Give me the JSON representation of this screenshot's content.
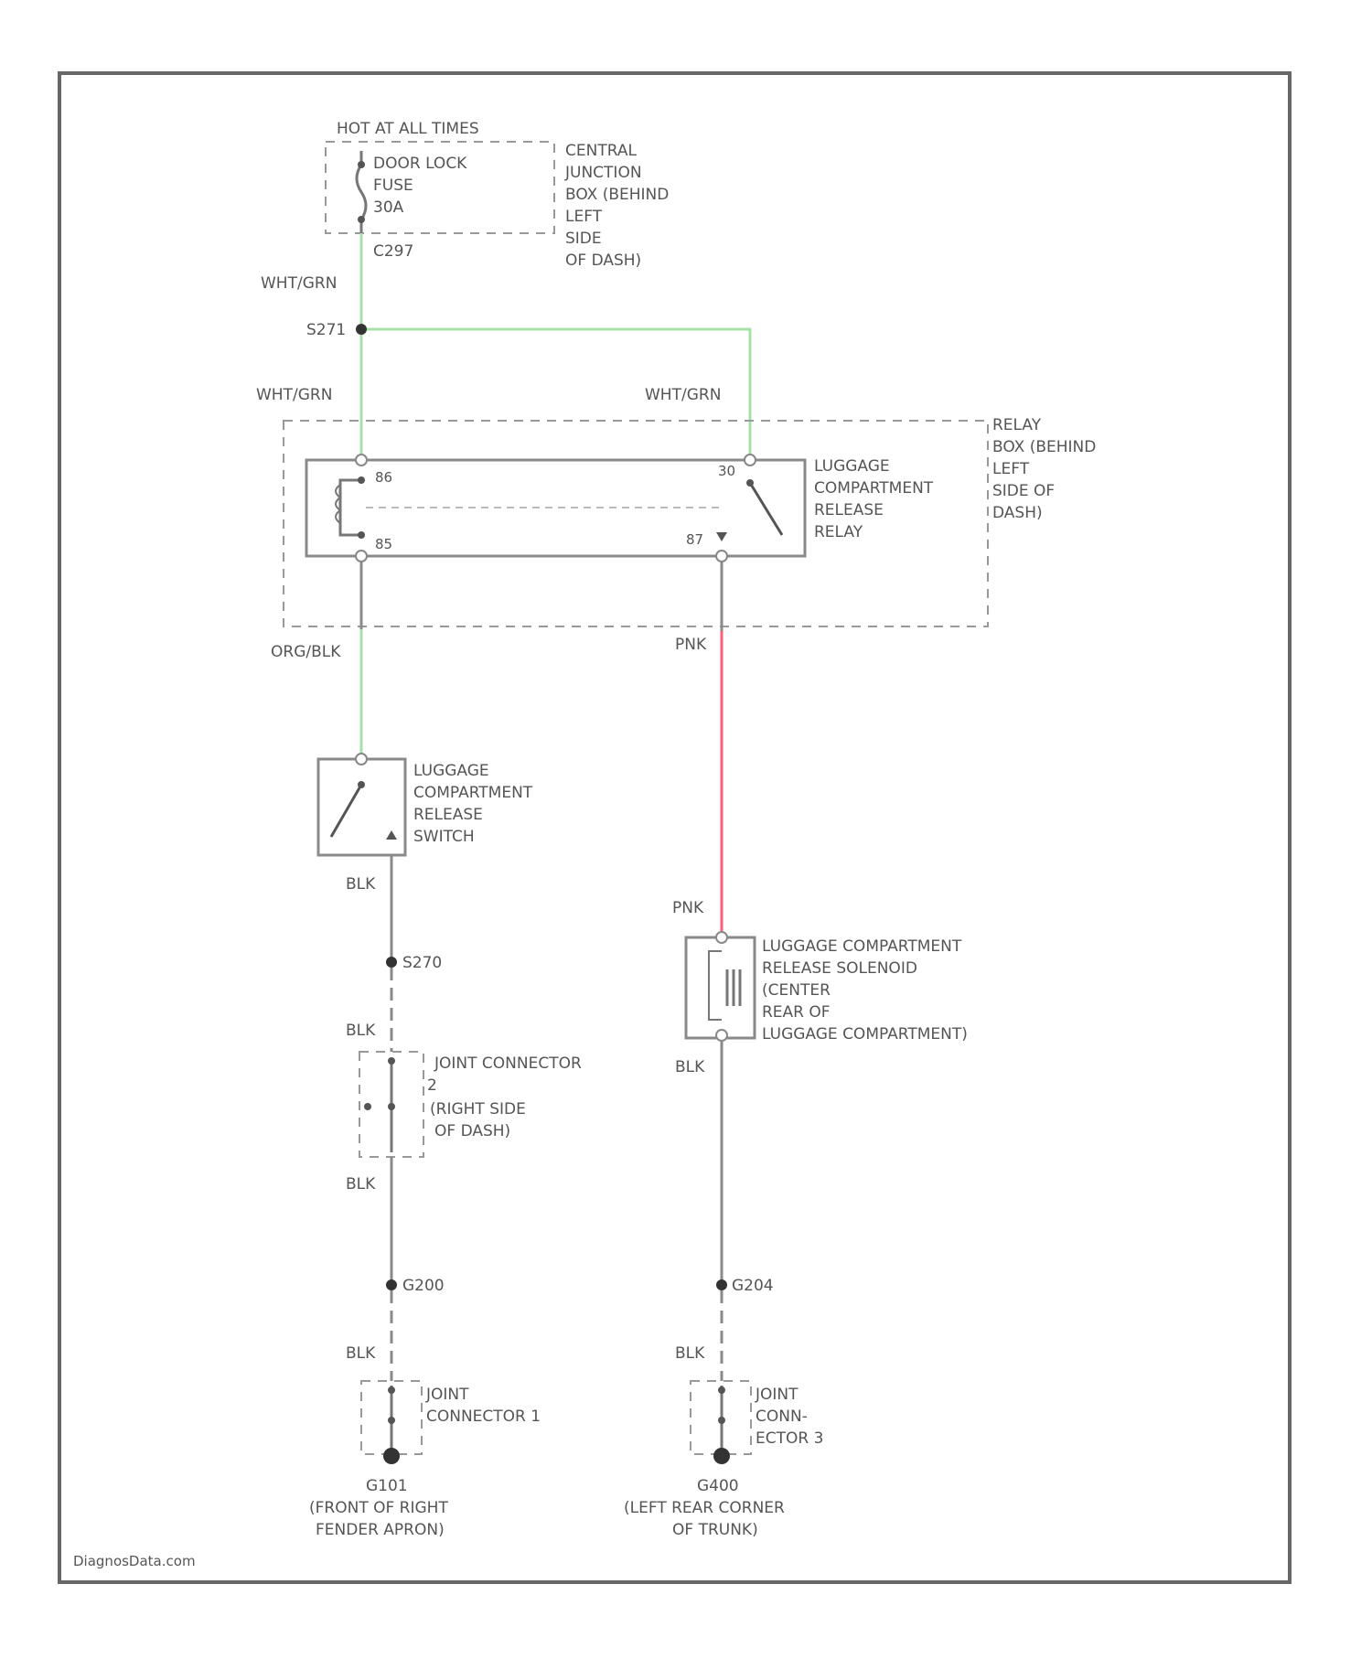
{
  "colors": {
    "wht_grn": "#a6e0a6",
    "pnk": "#ff5c7a",
    "wire": "#8a8a8a",
    "border": "#666666"
  },
  "fuse_block": {
    "hot_label": "HOT AT ALL TIMES",
    "fuse_line1": "DOOR LOCK",
    "fuse_line2": "FUSE",
    "fuse_line3": "30A",
    "pin_label": "C297",
    "location_line1": "CENTRAL",
    "location_line2": "JUNCTION",
    "location_line3": "BOX (BEHIND",
    "location_line4": "LEFT",
    "location_line5": "SIDE",
    "location_line6": "OF DASH)"
  },
  "wire_labels": {
    "wht_grn_top": "WHT/GRN",
    "splice_s271": "S271",
    "wht_grn_left": "WHT/GRN",
    "wht_grn_right": "WHT/GRN",
    "org_blk": "ORG/BLK",
    "pnk_upper": "PNK",
    "pnk_lower": "PNK",
    "blk_switch": "BLK",
    "splice_s270": "S270",
    "blk_jc_top": "BLK",
    "blk_jc_bottom": "BLK",
    "splice_g200": "G200",
    "blk_left_ground": "BLK",
    "blk_solenoid": "BLK",
    "splice_g204": "G204",
    "blk_right_ground": "BLK"
  },
  "relay": {
    "pin86": "86",
    "pin85": "85",
    "pin30": "30",
    "pin87": "87",
    "name_line1": "LUGGAGE",
    "name_line2": "COMPARTMENT",
    "name_line3": "RELEASE",
    "name_line4": "RELAY",
    "box_line1": "RELAY",
    "box_line2": "BOX (BEHIND",
    "box_line3": "LEFT",
    "box_line4": "SIDE OF",
    "box_line5": "DASH)"
  },
  "switch": {
    "line1": "LUGGAGE",
    "line2": "COMPARTMENT",
    "line3": "RELEASE",
    "line4": "SWITCH"
  },
  "solenoid": {
    "line1": "LUGGAGE COMPARTMENT",
    "line2": "RELEASE SOLENOID",
    "line3": "(CENTER",
    "line4": "REAR OF",
    "line5": "LUGGAGE COMPARTMENT)"
  },
  "joint_connector_2": {
    "line1": "JOINT CONNECTOR",
    "line2": "2",
    "line3": "(RIGHT SIDE",
    "line4": "OF DASH)"
  },
  "joint_connector_1": {
    "line1": "JOINT",
    "line2": "CONNECTOR 1"
  },
  "joint_connector_3": {
    "line1": "JOINT",
    "line2": "CONN-",
    "line3": "ECTOR 3"
  },
  "ground_g101": {
    "line1": "G101",
    "line2": "(FRONT OF RIGHT",
    "line3": "FENDER APRON)"
  },
  "ground_g400": {
    "line1": "G400",
    "line2": "(LEFT REAR CORNER",
    "line3": "OF TRUNK)"
  },
  "footer": {
    "watermark": "DiagnosData.com"
  }
}
